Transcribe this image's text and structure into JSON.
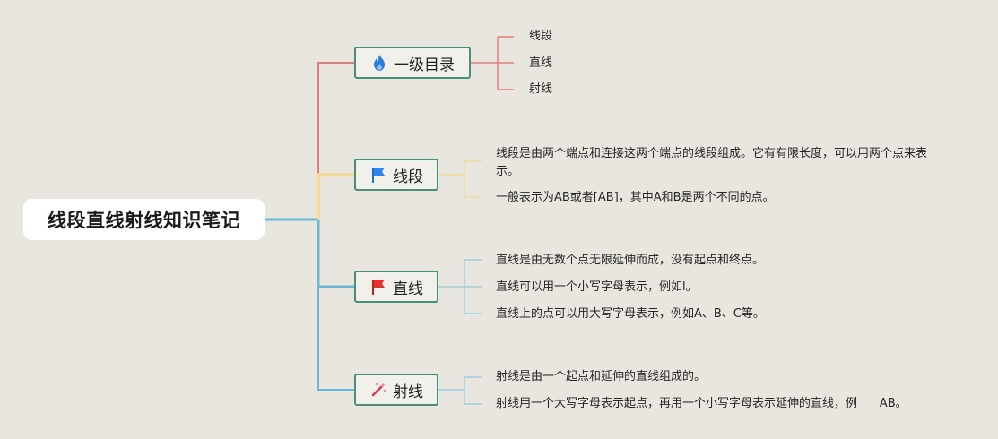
{
  "root": {
    "title": "线段直线射线知识笔记"
  },
  "branches": [
    {
      "title": "一级目录",
      "icon": "fire-icon",
      "color": "#e87a7c",
      "items": [
        "线段",
        "直线",
        "射线"
      ]
    },
    {
      "title": "线段",
      "icon": "blue-flag-icon",
      "color": "#f4d99a",
      "items": [
        "线段是由两个端点和连接这两个端点的线段组成。它有有限长度，可以用两个点来表示。",
        "一般表示为AB或者[AB]，其中A和B是两个不同的点。"
      ]
    },
    {
      "title": "直线",
      "icon": "red-flag-icon",
      "color": "#9fcde2",
      "items": [
        "直线是由无数个点无限延伸而成，没有起点和终点。",
        "直线可以用一个小写字母表示，例如l。",
        "直线上的点可以用大写字母表示，例如A、B、C等。"
      ]
    },
    {
      "title": "射线",
      "icon": "magic-wand-icon",
      "color": "#9fcde2",
      "items": [
        "射线是由一个起点和延伸的直线组成的。",
        "射线用一个大写字母表示起点，再用一个小写字母表示延伸的直线，例      AB。"
      ]
    }
  ],
  "colors": {
    "background": "#e9e6df",
    "topic_border": "#4e8e79",
    "trunk_blue": "#6bb8d6",
    "red_branch": "#e87a7c",
    "yellow_branch": "#f4d99a"
  }
}
